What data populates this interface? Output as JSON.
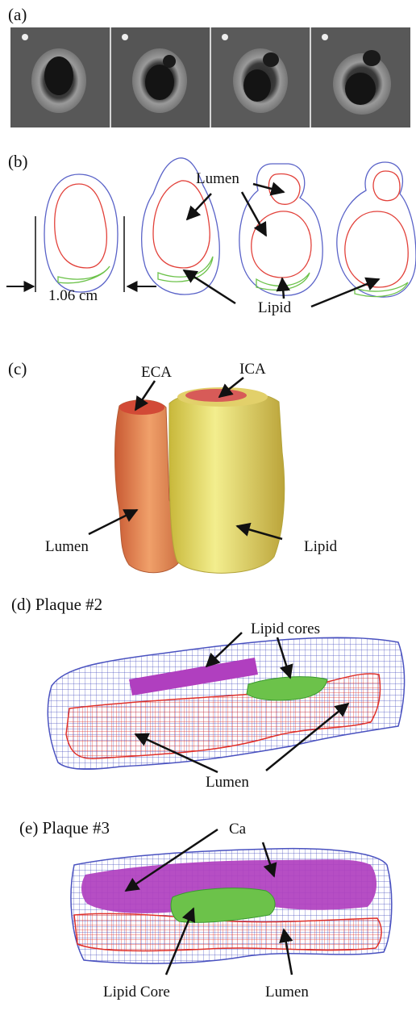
{
  "panels": {
    "a": {
      "label": "(a)"
    },
    "b": {
      "label": "(b)",
      "lumen": "Lumen",
      "lipid": "Lipid",
      "scale": "1.06 cm"
    },
    "c": {
      "label": "(c)",
      "eca": "ECA",
      "ica": "ICA",
      "lumen": "Lumen",
      "lipid": "Lipid"
    },
    "d": {
      "label": "(d) Plaque #2",
      "lipid_cores": "Lipid cores",
      "lumen": "Lumen"
    },
    "e": {
      "label": "(e) Plaque #3",
      "ca": "Ca",
      "lipid_core": "Lipid Core",
      "lumen": "Lumen"
    }
  },
  "colors": {
    "outer_wall": "#5a63c8",
    "lumen": "#e2413a",
    "lipid": "#6cc24a",
    "calcium": "#b03fbf",
    "eca_surface": "#e27d49",
    "ica_surface": "#e2d65a"
  }
}
